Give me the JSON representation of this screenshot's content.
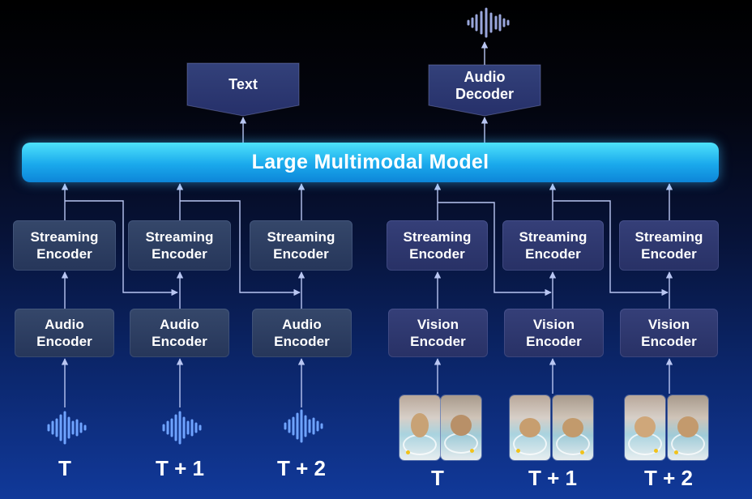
{
  "llm": {
    "label": "Large Multimodal Model"
  },
  "text_output": {
    "label": "Text"
  },
  "audio_decoder": {
    "label": "Audio\nDecoder"
  },
  "audio_columns": [
    {
      "streaming": "Streaming\nEncoder",
      "encoder": "Audio\nEncoder",
      "time": "T"
    },
    {
      "streaming": "Streaming\nEncoder",
      "encoder": "Audio\nEncoder",
      "time": "T + 1"
    },
    {
      "streaming": "Streaming\nEncoder",
      "encoder": "Audio\nEncoder",
      "time": "T + 2"
    }
  ],
  "vision_columns": [
    {
      "streaming": "Streaming\nEncoder",
      "encoder": "Vision\nEncoder",
      "time": "T"
    },
    {
      "streaming": "Streaming\nEncoder",
      "encoder": "Vision\nEncoder",
      "time": "T + 1"
    },
    {
      "streaming": "Streaming\nEncoder",
      "encoder": "Vision\nEncoder",
      "time": "T + 2"
    }
  ],
  "icons": {
    "audio_input": "audio-waveform-icon",
    "audio_output": "audio-waveform-icon",
    "video_input": "video-frame-thumbnail"
  },
  "colors": {
    "llm_bar": "#1aa9ec",
    "arrow": "#b9c6f2",
    "waveform_input": "#6fa3ff",
    "waveform_output": "#9aa7dc"
  }
}
